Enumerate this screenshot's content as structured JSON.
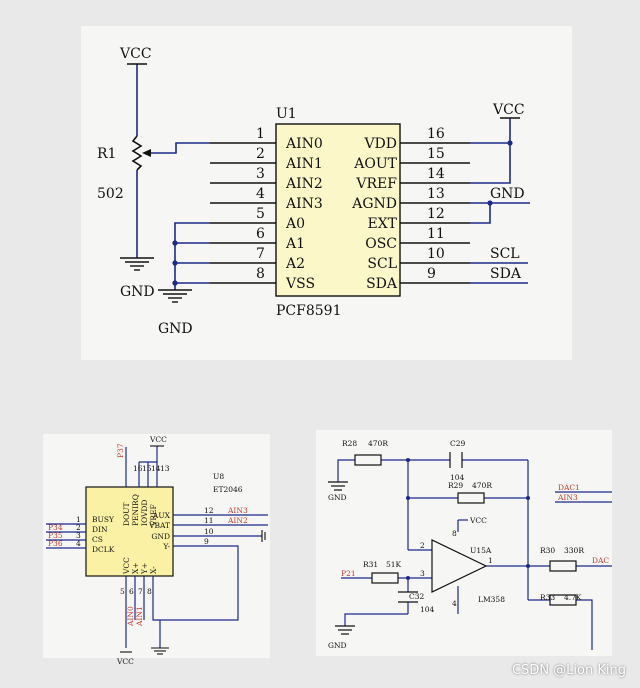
{
  "main": {
    "ref": "U1",
    "part": "PCF8591",
    "left_pins": [
      {
        "num": "1",
        "name": "AIN0"
      },
      {
        "num": "2",
        "name": "AIN1"
      },
      {
        "num": "3",
        "name": "AIN2"
      },
      {
        "num": "4",
        "name": "AIN3"
      },
      {
        "num": "5",
        "name": "A0"
      },
      {
        "num": "6",
        "name": "A1"
      },
      {
        "num": "7",
        "name": "A2"
      },
      {
        "num": "8",
        "name": "VSS"
      }
    ],
    "right_pins": [
      {
        "num": "16",
        "name": "VDD"
      },
      {
        "num": "15",
        "name": "AOUT"
      },
      {
        "num": "14",
        "name": "VREF"
      },
      {
        "num": "13",
        "name": "AGND"
      },
      {
        "num": "12",
        "name": "EXT"
      },
      {
        "num": "11",
        "name": "OSC"
      },
      {
        "num": "10",
        "name": "SCL"
      },
      {
        "num": "9",
        "name": "SDA"
      }
    ],
    "r1_ref": "R1",
    "r1_value": "502",
    "vcc_left": "VCC",
    "vcc_right": "VCC",
    "gnd_r1": "GND",
    "gnd_addr": "GND",
    "gnd_agnd": "GND",
    "net_scl": "SCL",
    "net_sda": "SDA"
  },
  "touch": {
    "ref": "U8",
    "part": "ET2046",
    "vcc_top": "VCC",
    "vcc_bottom": "VCC",
    "top_pin_nums": [
      "P37",
      "16",
      "15",
      "14",
      "13"
    ],
    "top_pin_names": [
      "DOUT",
      "PENIRQ",
      "IOVDD",
      "VREF"
    ],
    "left_nets": [
      "P34",
      "P35",
      "P36"
    ],
    "left_pins": [
      {
        "num": "1",
        "name": "BUSY"
      },
      {
        "num": "2",
        "name": "DIN"
      },
      {
        "num": "3",
        "name": "CS"
      },
      {
        "num": "4",
        "name": "DCLK"
      }
    ],
    "right_pins": [
      {
        "num": "12",
        "name": "AUX"
      },
      {
        "num": "11",
        "name": "VBAT"
      },
      {
        "num": "10",
        "name": "GND"
      },
      {
        "num": "9",
        "name": "Y-"
      }
    ],
    "right_nets": [
      "AIN3",
      "AIN2"
    ],
    "bottom_pin_names": [
      "VCC",
      "X+",
      "Y+",
      "X-"
    ],
    "bottom_pin_nums": [
      "5",
      "6",
      "7",
      "8"
    ],
    "bottom_nets": [
      "AIN0",
      "AIN1"
    ]
  },
  "opamp": {
    "gnd_top": "GND",
    "gnd_bottom": "GND",
    "r28": "R28",
    "r28_val": "470R",
    "c29": "C29",
    "c29_val": "104",
    "r29": "R29",
    "r29_val": "470R",
    "vcc": "VCC",
    "u15": "U15A",
    "part": "LM358",
    "pin2": "2",
    "pin3": "3",
    "pin1": "1",
    "pin4": "4",
    "pin8": "8",
    "r31": "R31",
    "r31_val": "51K",
    "c32": "C32",
    "c32_val": "104",
    "p21": "P21",
    "r30": "R30",
    "r30_val": "330R",
    "r33": "R33",
    "r33_val": "4.7K",
    "dac1": "DAC1",
    "ain3": "AIN3",
    "dac_out": "DAC"
  },
  "watermark": "CSDN @Lion King"
}
